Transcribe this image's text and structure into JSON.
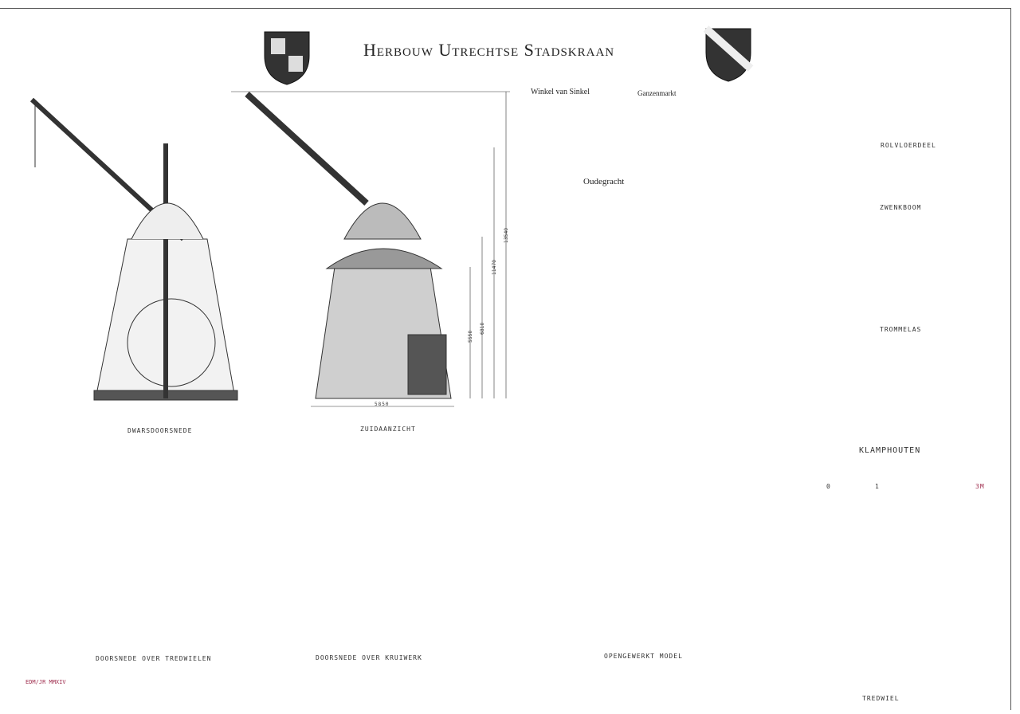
{
  "title": "Herbouw Utrechtse Stadskraan",
  "map": {
    "labels": [
      "Winkel van Sinkel",
      "Ganzenmarkt",
      "Oudegracht"
    ]
  },
  "drawings": {
    "dwarsdoorsnede": "Dwarsdoorsnede",
    "zuidaanzicht": "Zuidaanzicht",
    "opengewerkt": "Opengewerkt model",
    "treden": "Doorsnede over tredwielen",
    "kruiwerk": "Doorsnede over kruiwerk",
    "rolvloerdeel": "Rolvloerdeel",
    "zwenkboom": "Zwenkboom",
    "trommelas": "Trommelas",
    "klamphouten": "Klamphouten",
    "tredwiel": "Tredwiel"
  },
  "dimensions": {
    "d1": "13540",
    "d2": "11470",
    "d3": "6810",
    "d4": "5550",
    "width": "5850"
  },
  "scale": {
    "s0": "0",
    "s1": "1",
    "s3": "3m"
  },
  "signature": "EDM/JR MMXIV",
  "colors": {
    "dome": "#c9b3b8",
    "ink": "#222222",
    "accent": "#a03050"
  }
}
